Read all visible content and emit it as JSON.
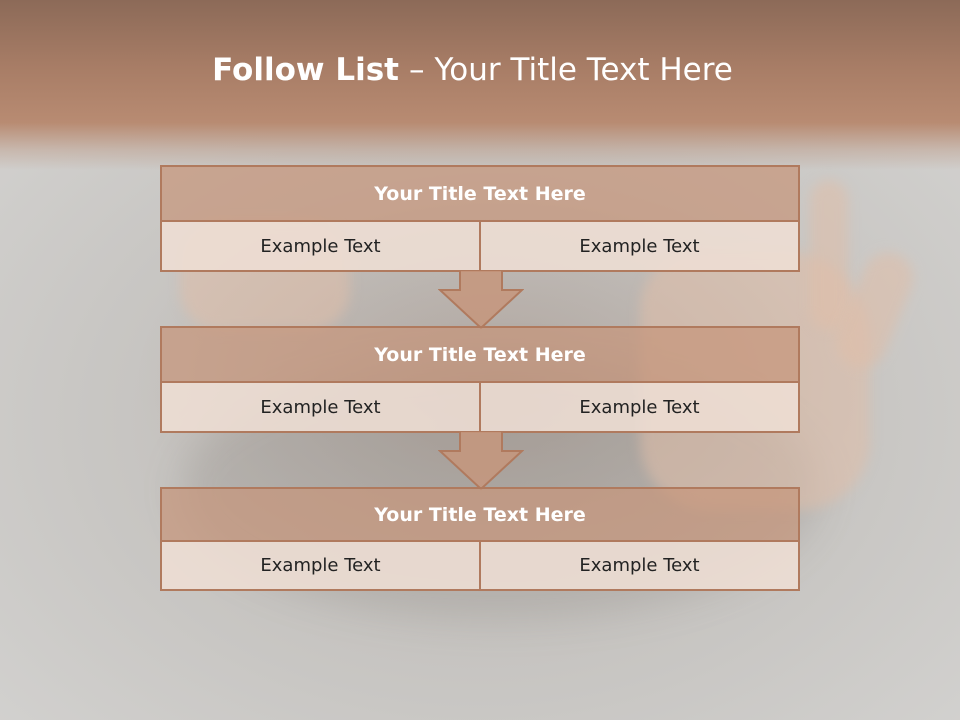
{
  "slide": {
    "title_bold": "Follow List",
    "title_separator": "–",
    "title_rest": "Your Title Text Here"
  },
  "blocks": [
    {
      "title": "Your Title Text Here",
      "left": "Example Text",
      "right": "Example Text"
    },
    {
      "title": "Your Title Text Here",
      "left": "Example Text",
      "right": "Example Text"
    },
    {
      "title": "Your Title Text Here",
      "left": "Example Text",
      "right": "Example Text"
    }
  ],
  "colors": {
    "header": "#a87d66",
    "box_fill": "#c6967c",
    "box_border": "#b07a5e",
    "cell_fill": "#eeded4"
  }
}
